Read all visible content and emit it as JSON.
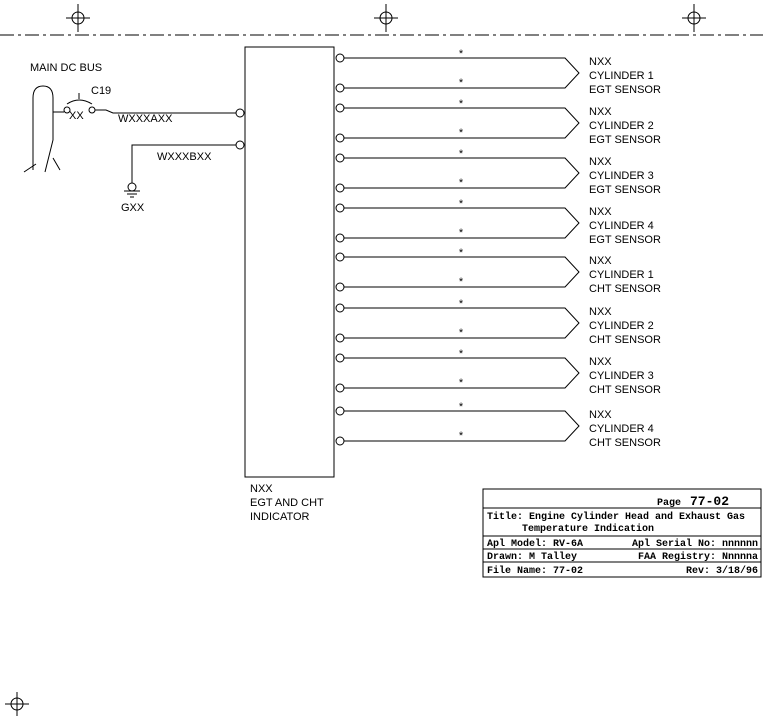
{
  "bus": {
    "label": "MAIN DC BUS",
    "breaker": "C19",
    "breaker_rating": "XX"
  },
  "wires": {
    "power": "WXXXAXX",
    "ground": "WXXXBXX"
  },
  "ground_label": "GXX",
  "indicator": {
    "line1": "NXX",
    "line2": "EGT AND CHT",
    "line3": "INDICATOR"
  },
  "star": "*",
  "sensors": [
    {
      "id": "NXX",
      "cyl": "CYLINDER 1",
      "type": "EGT SENSOR"
    },
    {
      "id": "NXX",
      "cyl": "CYLINDER 2",
      "type": "EGT SENSOR"
    },
    {
      "id": "NXX",
      "cyl": "CYLINDER 3",
      "type": "EGT SENSOR"
    },
    {
      "id": "NXX",
      "cyl": "CYLINDER 4",
      "type": "EGT SENSOR"
    },
    {
      "id": "NXX",
      "cyl": "CYLINDER 1",
      "type": "CHT SENSOR"
    },
    {
      "id": "NXX",
      "cyl": "CYLINDER 2",
      "type": "CHT SENSOR"
    },
    {
      "id": "NXX",
      "cyl": "CYLINDER 3",
      "type": "CHT SENSOR"
    },
    {
      "id": "NXX",
      "cyl": "CYLINDER 4",
      "type": "CHT SENSOR"
    }
  ],
  "title_block": {
    "page_label": "Page",
    "page_number": "77-02",
    "title_line1": "Title: Engine Cylinder Head and Exhaust Gas",
    "title_line2": "Temperature Indication",
    "model": "Apl Model: RV-6A",
    "serial": "Apl Serial No: nnnnnn",
    "drawn": "Drawn: M Talley",
    "registry": "FAA Registry: Nnnnna",
    "file": "File Name: 77-02",
    "rev": "Rev: 3/18/96"
  }
}
